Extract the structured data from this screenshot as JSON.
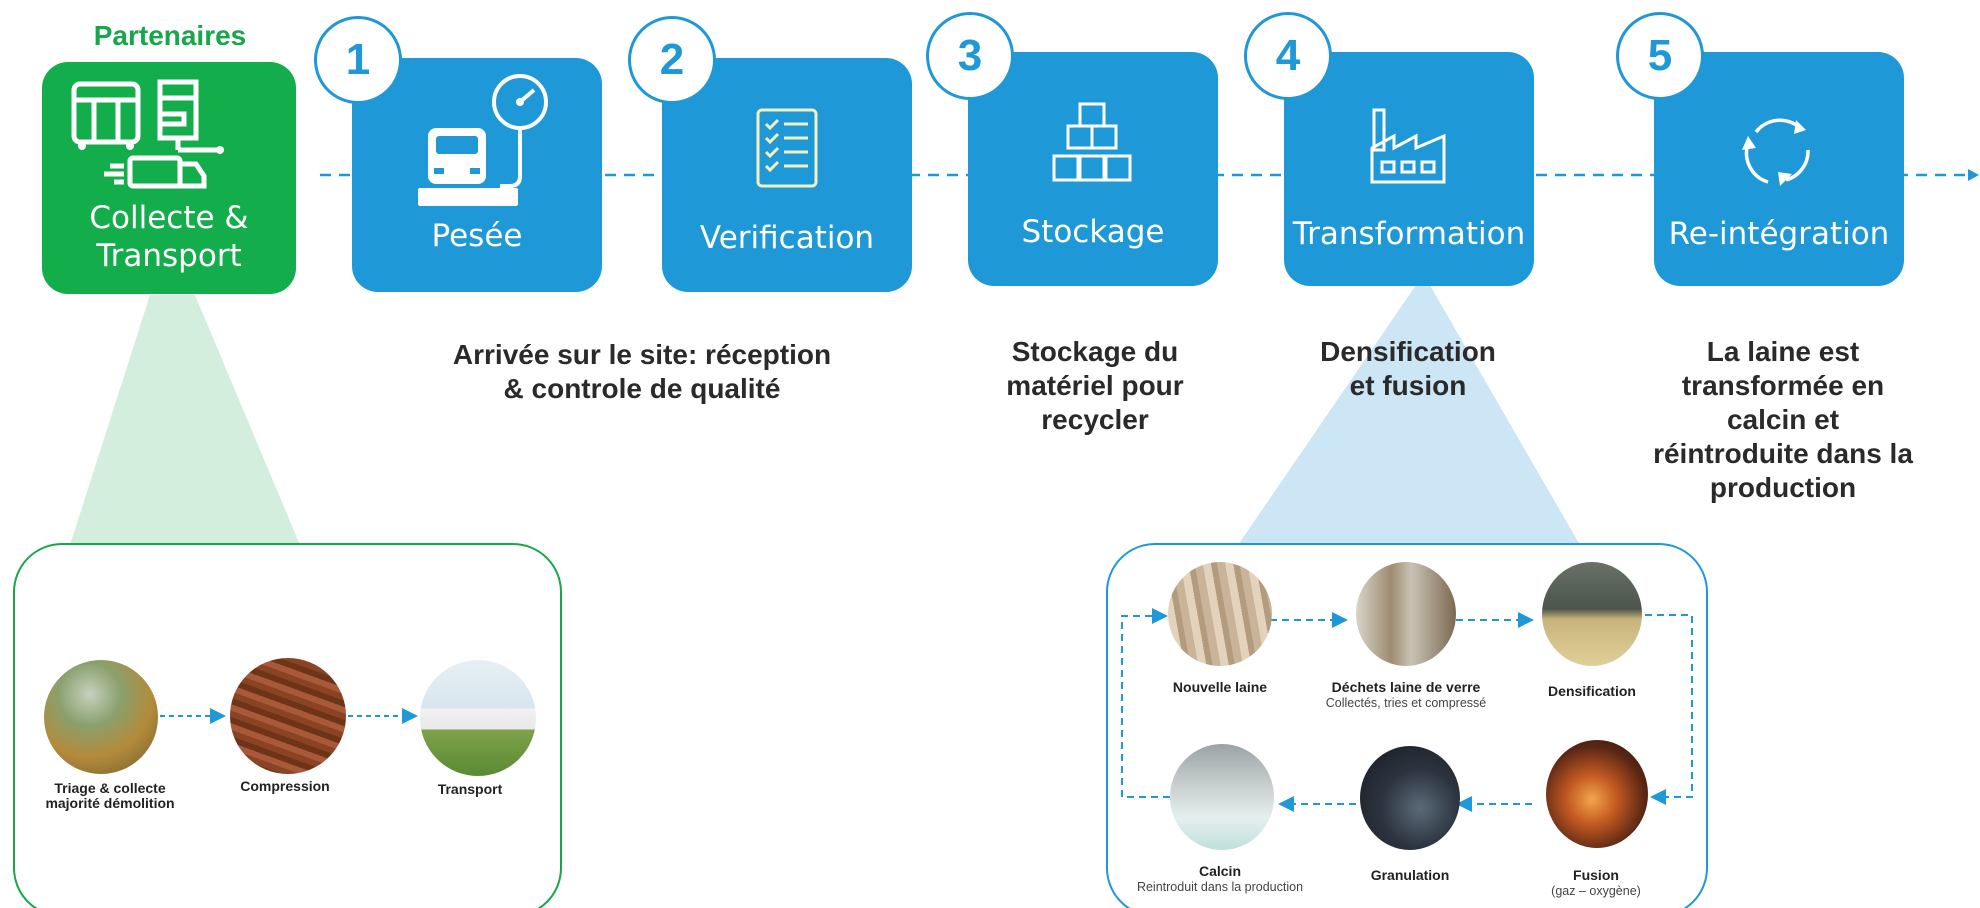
{
  "partners_label": "Partenaires",
  "collecte": {
    "label_line1": "Collecte &",
    "label_line2": "Transport",
    "color": "#14ad4c"
  },
  "steps": [
    {
      "number": "1",
      "label": "Pesée",
      "icon": "truck-scale-icon"
    },
    {
      "number": "2",
      "label": "Verification",
      "icon": "checklist-icon"
    },
    {
      "number": "3",
      "label": "Stockage",
      "icon": "stacked-boxes-icon"
    },
    {
      "number": "4",
      "label": "Transformation",
      "icon": "factory-icon"
    },
    {
      "number": "5",
      "label": "Re-intégration",
      "icon": "recycle-arrows-icon"
    }
  ],
  "descriptions": {
    "reception": [
      "Arrivée sur le site: réception",
      "& controle de qualité"
    ],
    "stockage": [
      "Stockage du",
      "matériel pour",
      "recycler"
    ],
    "transformation": [
      "Densification",
      "et fusion"
    ],
    "reintegration": [
      "La laine est",
      "transformée en",
      "calcin et",
      "réintroduite dans la",
      "production"
    ]
  },
  "collect_detail": {
    "items": [
      {
        "line1": "Triage & collecte",
        "line2": "majorité démolition",
        "photo": "dumpster-photo"
      },
      {
        "line1": "Compression",
        "photo": "compressed-bales-photo"
      },
      {
        "line1": "Transport",
        "photo": "truck-road-photo"
      }
    ]
  },
  "transform_detail": {
    "top": [
      {
        "label": "Nouvelle laine",
        "sub": "",
        "photo": "insulation-rolls-photo"
      },
      {
        "label": "Déchets laine de verre",
        "sub": "Collectés, tries et compressé",
        "photo": "waste-bags-photo"
      },
      {
        "label": "Densification",
        "sub": "",
        "photo": "densified-pile-photo"
      }
    ],
    "bottom": [
      {
        "label": "Calcin",
        "sub": "Reintroduit dans la production",
        "photo": "cullet-photo"
      },
      {
        "label": "Granulation",
        "sub": "",
        "photo": "granulation-photo"
      },
      {
        "label": "Fusion",
        "sub": "(gaz – oxygène)",
        "photo": "furnace-photo"
      }
    ]
  },
  "colors": {
    "blue": "#1e98d7",
    "green": "#14ad4c",
    "light_green": "#d4eedd",
    "light_blue": "#cde6f5"
  }
}
